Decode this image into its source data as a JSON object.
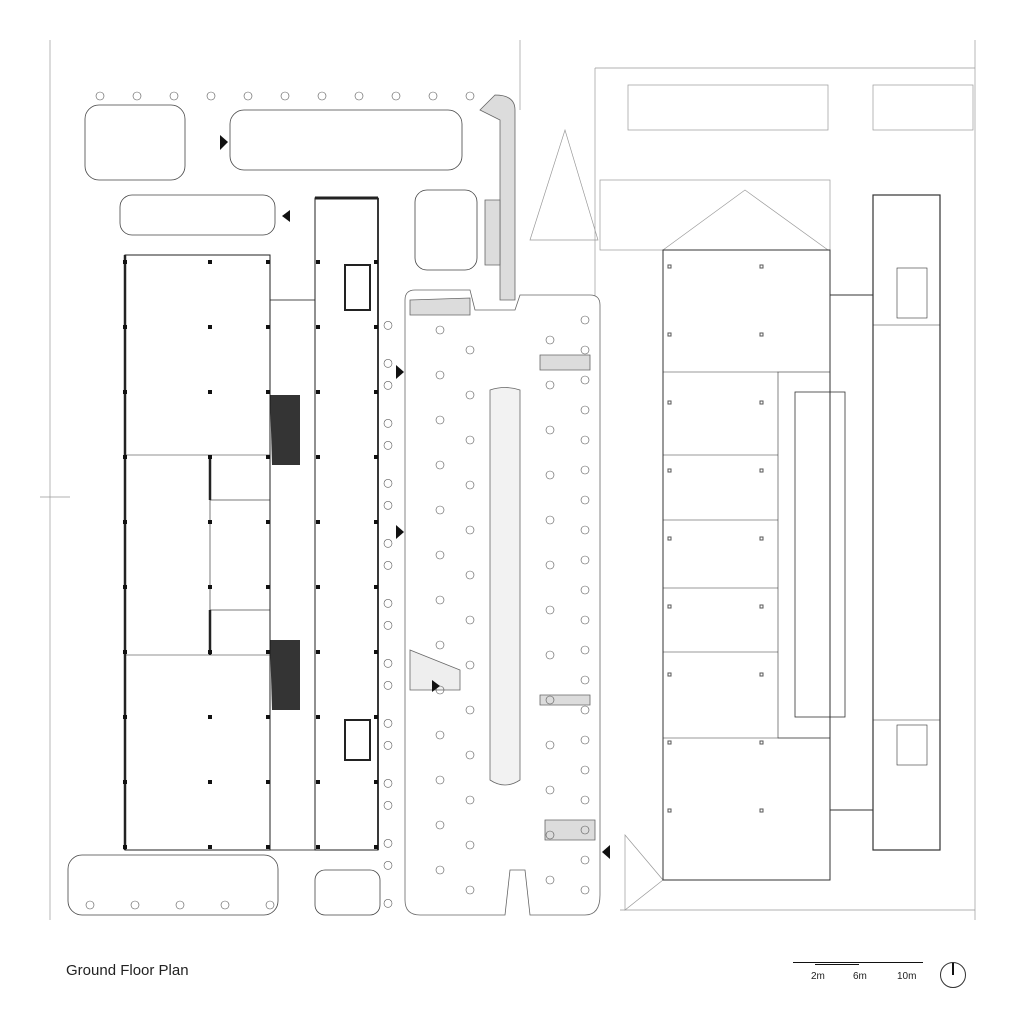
{
  "drawing": {
    "title": "Ground Floor Plan",
    "scale_bar": {
      "labels": [
        "2m",
        "6m",
        "10m"
      ]
    },
    "north_arrow": "north-arrow-icon",
    "colors": {
      "line": "#333333",
      "path_fill": "#d9d9d9",
      "background": "#ffffff"
    }
  }
}
